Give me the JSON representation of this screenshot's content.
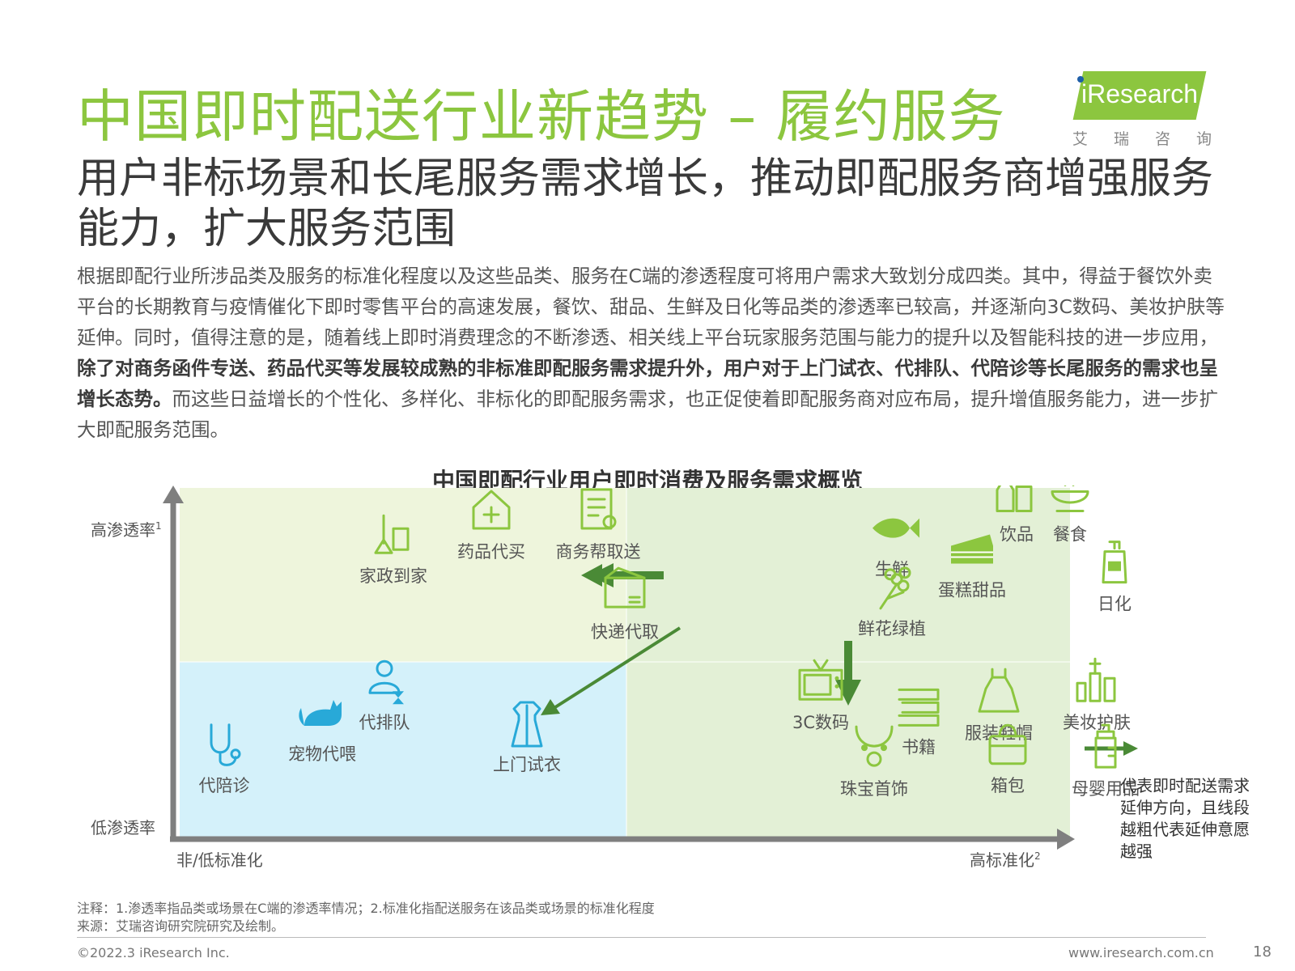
{
  "header": {
    "title": "中国即时配送行业新趋势 – 履约服务",
    "logo_text": "iResearch",
    "logo_cn": "艾瑞咨询"
  },
  "subtitle": "用户非标场景和长尾服务需求增长，推动即配服务商增强服务能力，扩大服务范围",
  "body": {
    "part1": "根据即配行业所涉品类及服务的标准化程度以及这些品类、服务在C端的渗透程度可将用户需求大致划分成四类。其中，得益于餐饮外卖平台的长期教育与疫情催化下即时零售平台的高速发展，餐饮、甜品、生鲜及日化等品类的渗透率已较高，并逐渐向3C数码、美妆护肤等延伸。同时，值得注意的是，随着线上即时消费理念的不断渗透、相关线上平台玩家服务范围与能力的提升以及智能科技的进一步应用，",
    "bold": "除了对商务函件专送、药品代买等发展较成熟的非标准即配服务需求提升外，用户对于上门试衣、代排队、代陪诊等长尾服务的需求也呈增长态势。",
    "part2": "而这些日益增长的个性化、多样化、非标化的即配服务需求，也正促使着即配服务商对应布局，提升增值服务能力，进一步扩大即配服务范围。"
  },
  "chart_title": "中国即配行业用户即时消费及服务需求概览",
  "chart_data": {
    "type": "quadrant",
    "y_axis": {
      "high": "高渗透率",
      "high_sup": "1",
      "low": "低渗透率"
    },
    "x_axis": {
      "low": "非/低标准化",
      "high": "高标准化",
      "high_sup": "2"
    },
    "items": [
      {
        "label": "家政到家",
        "icon": "cleaning-icon",
        "x": 0.24,
        "y": 0.8
      },
      {
        "label": "药品代买",
        "icon": "pharmacy-icon",
        "x": 0.35,
        "y": 0.87
      },
      {
        "label": "商务帮取送",
        "icon": "document-icon",
        "x": 0.47,
        "y": 0.87
      },
      {
        "label": "快递代取",
        "icon": "parcel-icon",
        "x": 0.5,
        "y": 0.64
      },
      {
        "label": "生鲜",
        "icon": "fish-icon",
        "x": 0.8,
        "y": 0.82
      },
      {
        "label": "饮品",
        "icon": "drinks-icon",
        "x": 0.94,
        "y": 0.92
      },
      {
        "label": "餐食",
        "icon": "bowl-icon",
        "x": 1.0,
        "y": 0.92
      },
      {
        "label": "蛋糕甜品",
        "icon": "cake-icon",
        "x": 0.89,
        "y": 0.76
      },
      {
        "label": "日化",
        "icon": "bottle-icon",
        "x": 1.05,
        "y": 0.72
      },
      {
        "label": "鲜花绿植",
        "icon": "flower-icon",
        "x": 0.8,
        "y": 0.65
      },
      {
        "label": "代陪诊",
        "icon": "stethoscope-icon",
        "x": 0.05,
        "y": 0.2
      },
      {
        "label": "宠物代喂",
        "icon": "cat-icon",
        "x": 0.16,
        "y": 0.29
      },
      {
        "label": "代排队",
        "icon": "queue-icon",
        "x": 0.23,
        "y": 0.38
      },
      {
        "label": "上门试衣",
        "icon": "dress-icon",
        "x": 0.39,
        "y": 0.26
      },
      {
        "label": "3C数码",
        "icon": "tv-icon",
        "x": 0.72,
        "y": 0.38
      },
      {
        "label": "书籍",
        "icon": "books-icon",
        "x": 0.83,
        "y": 0.31
      },
      {
        "label": "服装鞋帽",
        "icon": "clothing-icon",
        "x": 0.92,
        "y": 0.35
      },
      {
        "label": "美妆护肤",
        "icon": "cosmetics-icon",
        "x": 1.03,
        "y": 0.38
      },
      {
        "label": "珠宝首饰",
        "icon": "jewelry-icon",
        "x": 0.78,
        "y": 0.19
      },
      {
        "label": "箱包",
        "icon": "bag-icon",
        "x": 0.93,
        "y": 0.2
      },
      {
        "label": "母婴用品",
        "icon": "baby-bottle-icon",
        "x": 1.04,
        "y": 0.19
      }
    ],
    "legend": "代表即时配送需求延伸方向，且线段越粗代表延伸意愿越强",
    "colors": {
      "accent": "#8cc63f",
      "arrow": "#4a8a36",
      "icon": "#8cc63f",
      "icon_blue": "#28a9d8",
      "q_top_left": "#eef5dc",
      "q_top_right": "#e3f0d6",
      "q_bottom_left": "#d4f1fa",
      "q_bottom_right": "#e3f0d6"
    }
  },
  "notes": {
    "note": "注释：1.渗透率指品类或场景在C端的渗透率情况；2.标准化指配送服务在该品类或场景的标准化程度",
    "source": "来源：艾瑞咨询研究院研究及绘制。"
  },
  "footer": {
    "copyright": "©2022.3 iResearch Inc.",
    "url": "www.iresearch.com.cn",
    "page": "18"
  }
}
